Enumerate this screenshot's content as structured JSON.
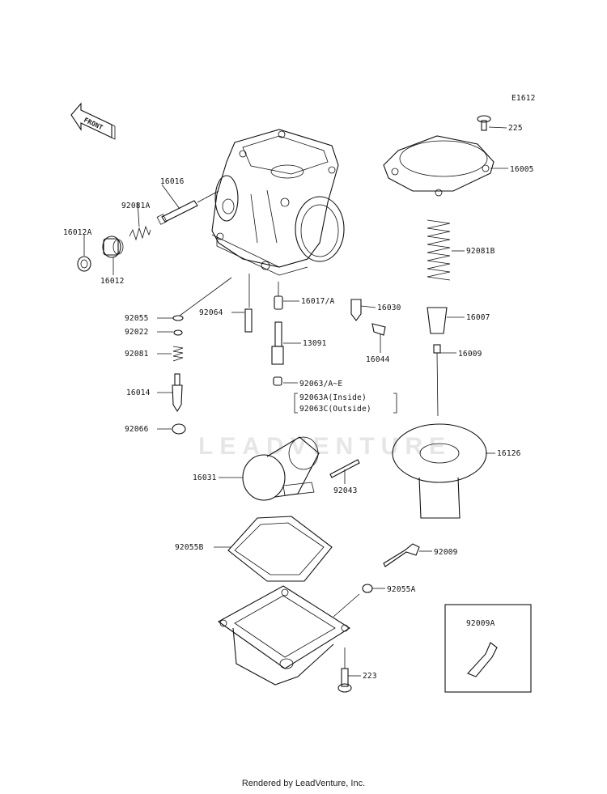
{
  "diagram_code": "E1612",
  "watermark": "LEADVENTURE",
  "footer": "Rendered by LeadVenture, Inc.",
  "front_arrow_label": "FRONT",
  "labels": {
    "p225": "225",
    "p16005": "16005",
    "p16016": "16016",
    "p92081A": "92081A",
    "p16012A": "16012A",
    "p16012": "16012",
    "p92081B": "92081B",
    "p92055": "92055",
    "p92064": "92064",
    "p16017A": "16017/A",
    "p16030": "16030",
    "p16007": "16007",
    "p92022": "92022",
    "p13091": "13091",
    "p16044": "16044",
    "p92081": "92081",
    "p16009": "16009",
    "p16014": "16014",
    "p92063AE": "92063/A~E",
    "p92063A": "92063A(Inside)",
    "p92063C": "92063C(Outside)",
    "p92066": "92066",
    "p16126": "16126",
    "p16031": "16031",
    "p92043": "92043",
    "p92055B": "92055B",
    "p92009": "92009",
    "p92055A": "92055A",
    "p92009A": "92009A",
    "p223": "223"
  }
}
